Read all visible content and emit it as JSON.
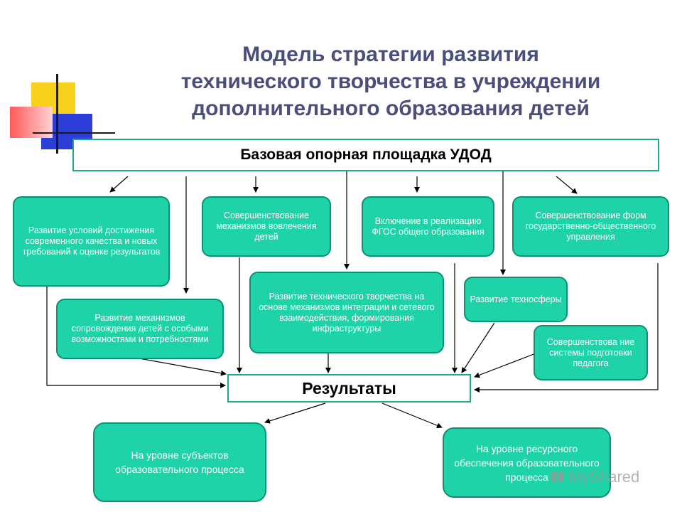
{
  "title": {
    "line1": "Модель стратегии развития",
    "line2": "технического творчества в учреждении",
    "line3": "дополнительного образования детей"
  },
  "base_bar": "Базовая опорная площадка УДОД",
  "results_bar": "Результаты",
  "nodes": {
    "conditions": "Развитие условий достижения современного качества и новых требований к оценке результатов",
    "involvement": "Совершенствование механизмов вовлечения детей",
    "fgos": "Включение в реализацию ФГОС общего образования",
    "governance": "Совершенствование форм государственно-общественного управления",
    "support": "Развитие механизмов сопровождения детей с особыми возможностями и потребностями",
    "tech_creativity": "Развитие технического творчества на основе механизмов интеграции и сетевого взаимодействия, формирования инфраструктуры",
    "technosphere": "Развитие техносферы",
    "teacher_training": "Совершенствова ние системы подготовки педагога",
    "subjects_level": "На уровне субъектов образовательного процесса",
    "resource_level": "На уровне ресурсного обеспечения образовательного процесса"
  },
  "watermark": "MyShared",
  "colors": {
    "node_fill": "#1dd3a7",
    "node_border": "#0e8f72",
    "title": "#4a4e7a"
  }
}
